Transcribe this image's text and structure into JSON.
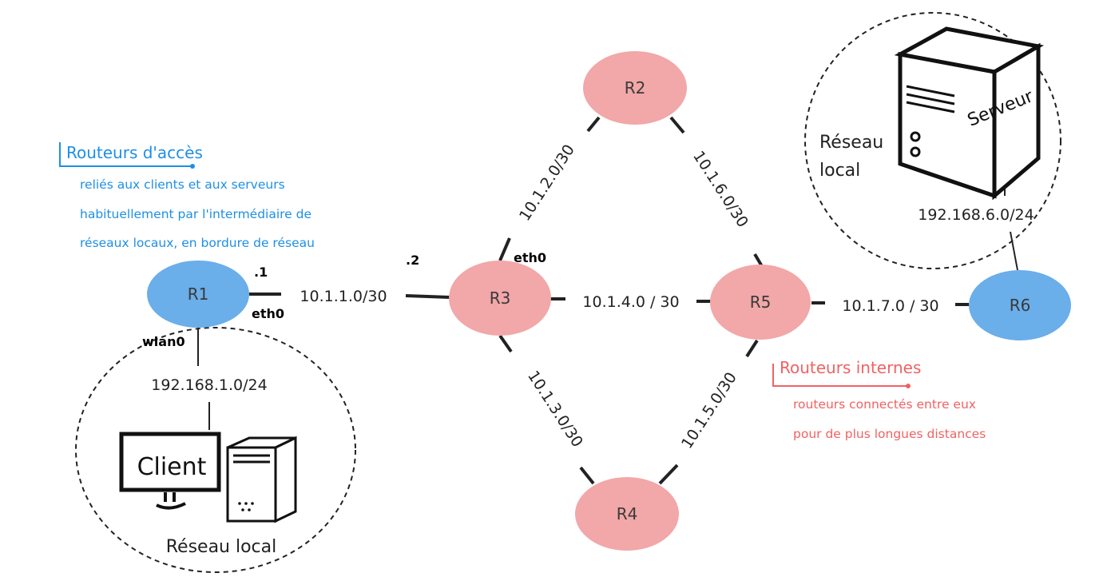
{
  "colors": {
    "access_router": "#6aaeea",
    "internal_router": "#f2a7a8",
    "access_note": "#1e8fe6",
    "internal_note": "#f06262",
    "line": "#222222"
  },
  "routers": {
    "r1": "R1",
    "r2": "R2",
    "r3": "R3",
    "r4": "R4",
    "r5": "R5",
    "r6": "R6"
  },
  "links": {
    "r1_r3": "10.1.1.0/30",
    "r2_r3": "10.1.2.0/30",
    "r3_r4": "10.1.3.0/30",
    "r3_r5": "10.1.4.0 / 30",
    "r4_r5": "10.1.5.0/30",
    "r2_r5": "10.1.6.0/30",
    "r5_r6": "10.1.7.0 / 30",
    "lan_client": "192.168.1.0/24",
    "lan_server": "192.168.6.0/24"
  },
  "interfaces": {
    "r1_host": ".1",
    "r3_host": ".2",
    "r1_eth0": "eth0",
    "r1_wlan0": "wlan0",
    "r3_eth0": "eth0"
  },
  "lan_client": {
    "label": "Réseau local",
    "client_label": "Client"
  },
  "lan_server": {
    "label_line1": "Réseau",
    "label_line2": "local",
    "server_label": "Serveur"
  },
  "notes": {
    "access_title": "Routeurs d'accès",
    "access_line1": "reliés aux clients et aux serveurs",
    "access_line2": "habituellement par l'intermédiaire de",
    "access_line3": "réseaux locaux, en bordure de réseau",
    "internal_title": "Routeurs internes",
    "internal_line1": "routeurs connectés entre eux",
    "internal_line2": "pour de plus longues distances"
  }
}
